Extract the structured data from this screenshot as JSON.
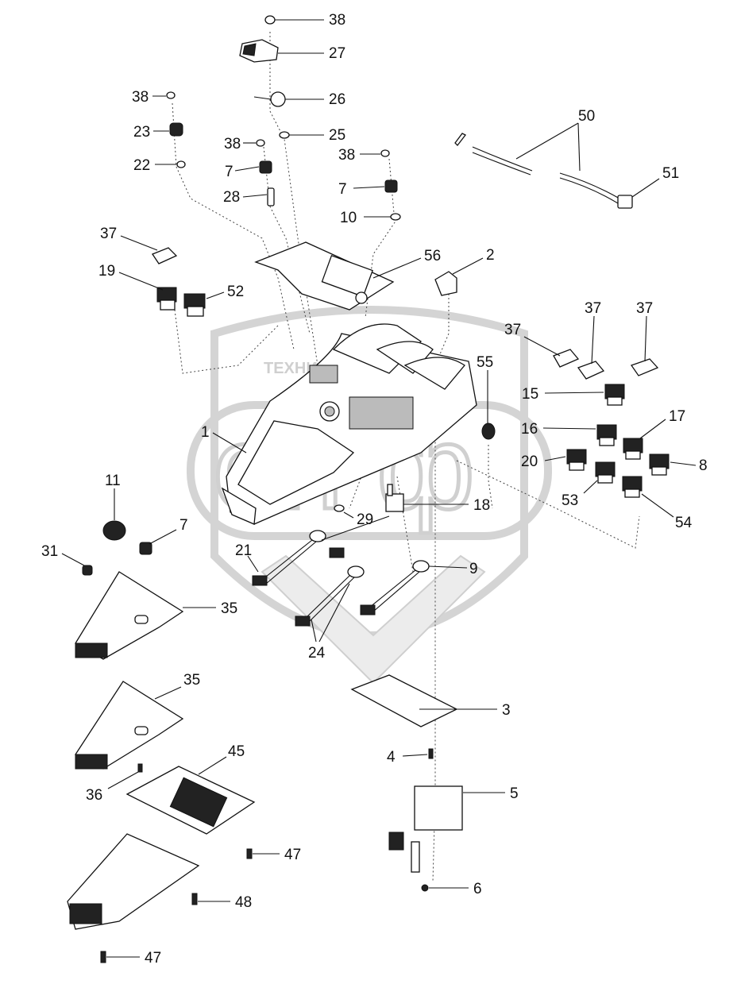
{
  "watermark": {
    "text": "ТЕХНИКА И ЗАПЧАСТИ",
    "logo_text": "еп ф"
  },
  "callouts": [
    {
      "id": "38a",
      "label": "38"
    },
    {
      "id": "27",
      "label": "27"
    },
    {
      "id": "38b",
      "label": "38"
    },
    {
      "id": "26",
      "label": "26"
    },
    {
      "id": "23",
      "label": "23"
    },
    {
      "id": "25",
      "label": "25"
    },
    {
      "id": "38c",
      "label": "38"
    },
    {
      "id": "22",
      "label": "22"
    },
    {
      "id": "38d",
      "label": "38"
    },
    {
      "id": "50",
      "label": "50"
    },
    {
      "id": "7a",
      "label": "7"
    },
    {
      "id": "51",
      "label": "51"
    },
    {
      "id": "28",
      "label": "28"
    },
    {
      "id": "7b",
      "label": "7"
    },
    {
      "id": "10",
      "label": "10"
    },
    {
      "id": "37a",
      "label": "37"
    },
    {
      "id": "56",
      "label": "56"
    },
    {
      "id": "2",
      "label": "2"
    },
    {
      "id": "19",
      "label": "19"
    },
    {
      "id": "52",
      "label": "52"
    },
    {
      "id": "37b",
      "label": "37"
    },
    {
      "id": "37c",
      "label": "37"
    },
    {
      "id": "37d",
      "label": "37"
    },
    {
      "id": "55",
      "label": "55"
    },
    {
      "id": "15",
      "label": "15"
    },
    {
      "id": "1",
      "label": "1"
    },
    {
      "id": "17",
      "label": "17"
    },
    {
      "id": "16",
      "label": "16"
    },
    {
      "id": "20",
      "label": "20"
    },
    {
      "id": "8",
      "label": "8"
    },
    {
      "id": "53",
      "label": "53"
    },
    {
      "id": "54",
      "label": "54"
    },
    {
      "id": "18",
      "label": "18"
    },
    {
      "id": "11",
      "label": "11"
    },
    {
      "id": "29",
      "label": "29"
    },
    {
      "id": "7c",
      "label": "7"
    },
    {
      "id": "21",
      "label": "21"
    },
    {
      "id": "31",
      "label": "31"
    },
    {
      "id": "9",
      "label": "9"
    },
    {
      "id": "35a",
      "label": "35"
    },
    {
      "id": "24",
      "label": "24"
    },
    {
      "id": "35b",
      "label": "35"
    },
    {
      "id": "3",
      "label": "3"
    },
    {
      "id": "45",
      "label": "45"
    },
    {
      "id": "4",
      "label": "4"
    },
    {
      "id": "36",
      "label": "36"
    },
    {
      "id": "5",
      "label": "5"
    },
    {
      "id": "47a",
      "label": "47"
    },
    {
      "id": "48",
      "label": "48"
    },
    {
      "id": "6",
      "label": "6"
    },
    {
      "id": "47b",
      "label": "47"
    }
  ]
}
